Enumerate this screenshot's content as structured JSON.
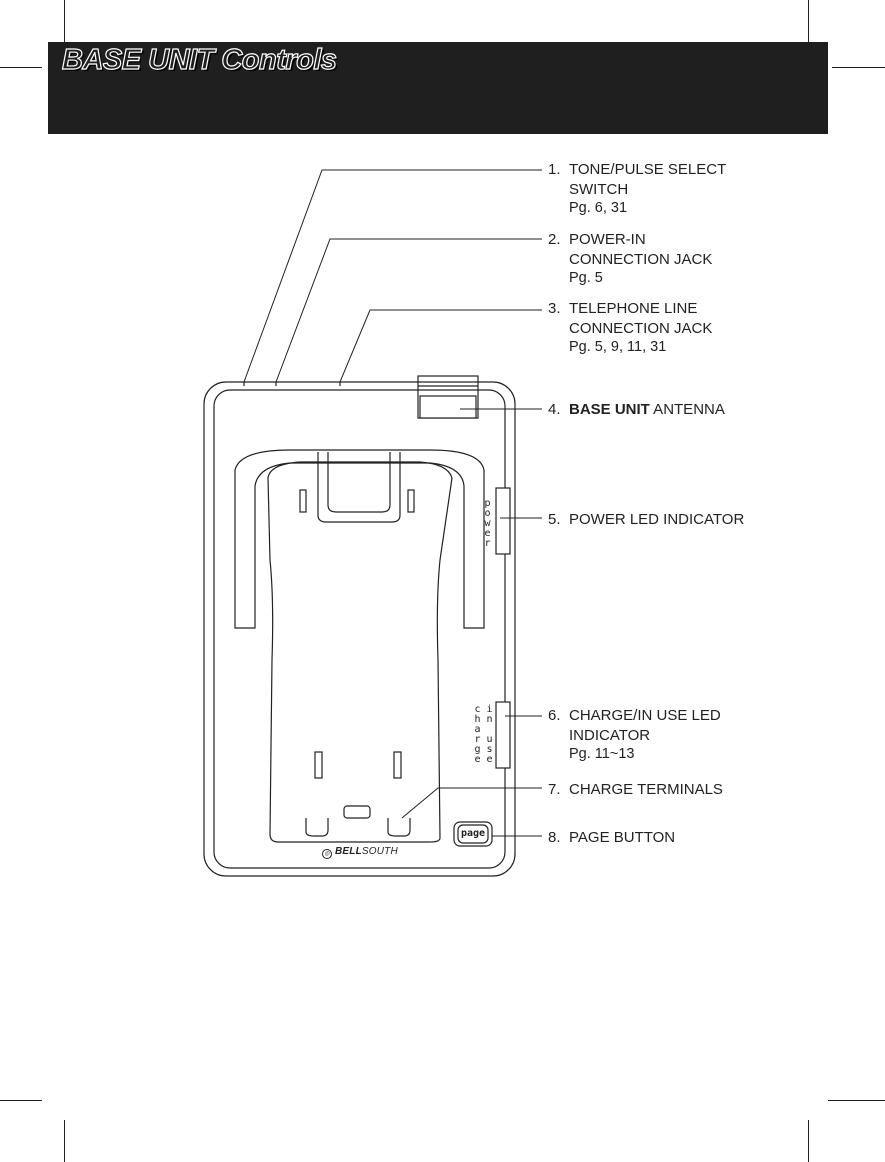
{
  "header": {
    "title": "BASE UNIT Controls"
  },
  "callouts": [
    {
      "number": "1.",
      "lines": [
        "TONE/PULSE SELECT",
        "SWITCH"
      ],
      "page": "Pg. 6, 31"
    },
    {
      "number": "2.",
      "lines": [
        "POWER-IN",
        "CONNECTION JACK"
      ],
      "page": "Pg. 5"
    },
    {
      "number": "3.",
      "lines": [
        "TELEPHONE LINE",
        "CONNECTION JACK"
      ],
      "page": "Pg. 5, 9, 11, 31"
    },
    {
      "number": "4.",
      "bold": "BASE UNIT",
      "rest": " ANTENNA"
    },
    {
      "number": "5.",
      "lines": [
        "POWER LED INDICATOR"
      ]
    },
    {
      "number": "6.",
      "lines": [
        "CHARGE/IN USE LED",
        "INDICATOR"
      ],
      "page": "Pg. 11~13"
    },
    {
      "number": "7.",
      "lines": [
        "CHARGE TERMINALS"
      ]
    },
    {
      "number": "8.",
      "lines": [
        "PAGE BUTTON"
      ]
    }
  ],
  "device": {
    "power_label": "power",
    "charge_label": "charge",
    "in_use_label": "in use",
    "page_button_label": "page",
    "brand_bold": "BELL",
    "brand_rest": "SOUTH"
  }
}
